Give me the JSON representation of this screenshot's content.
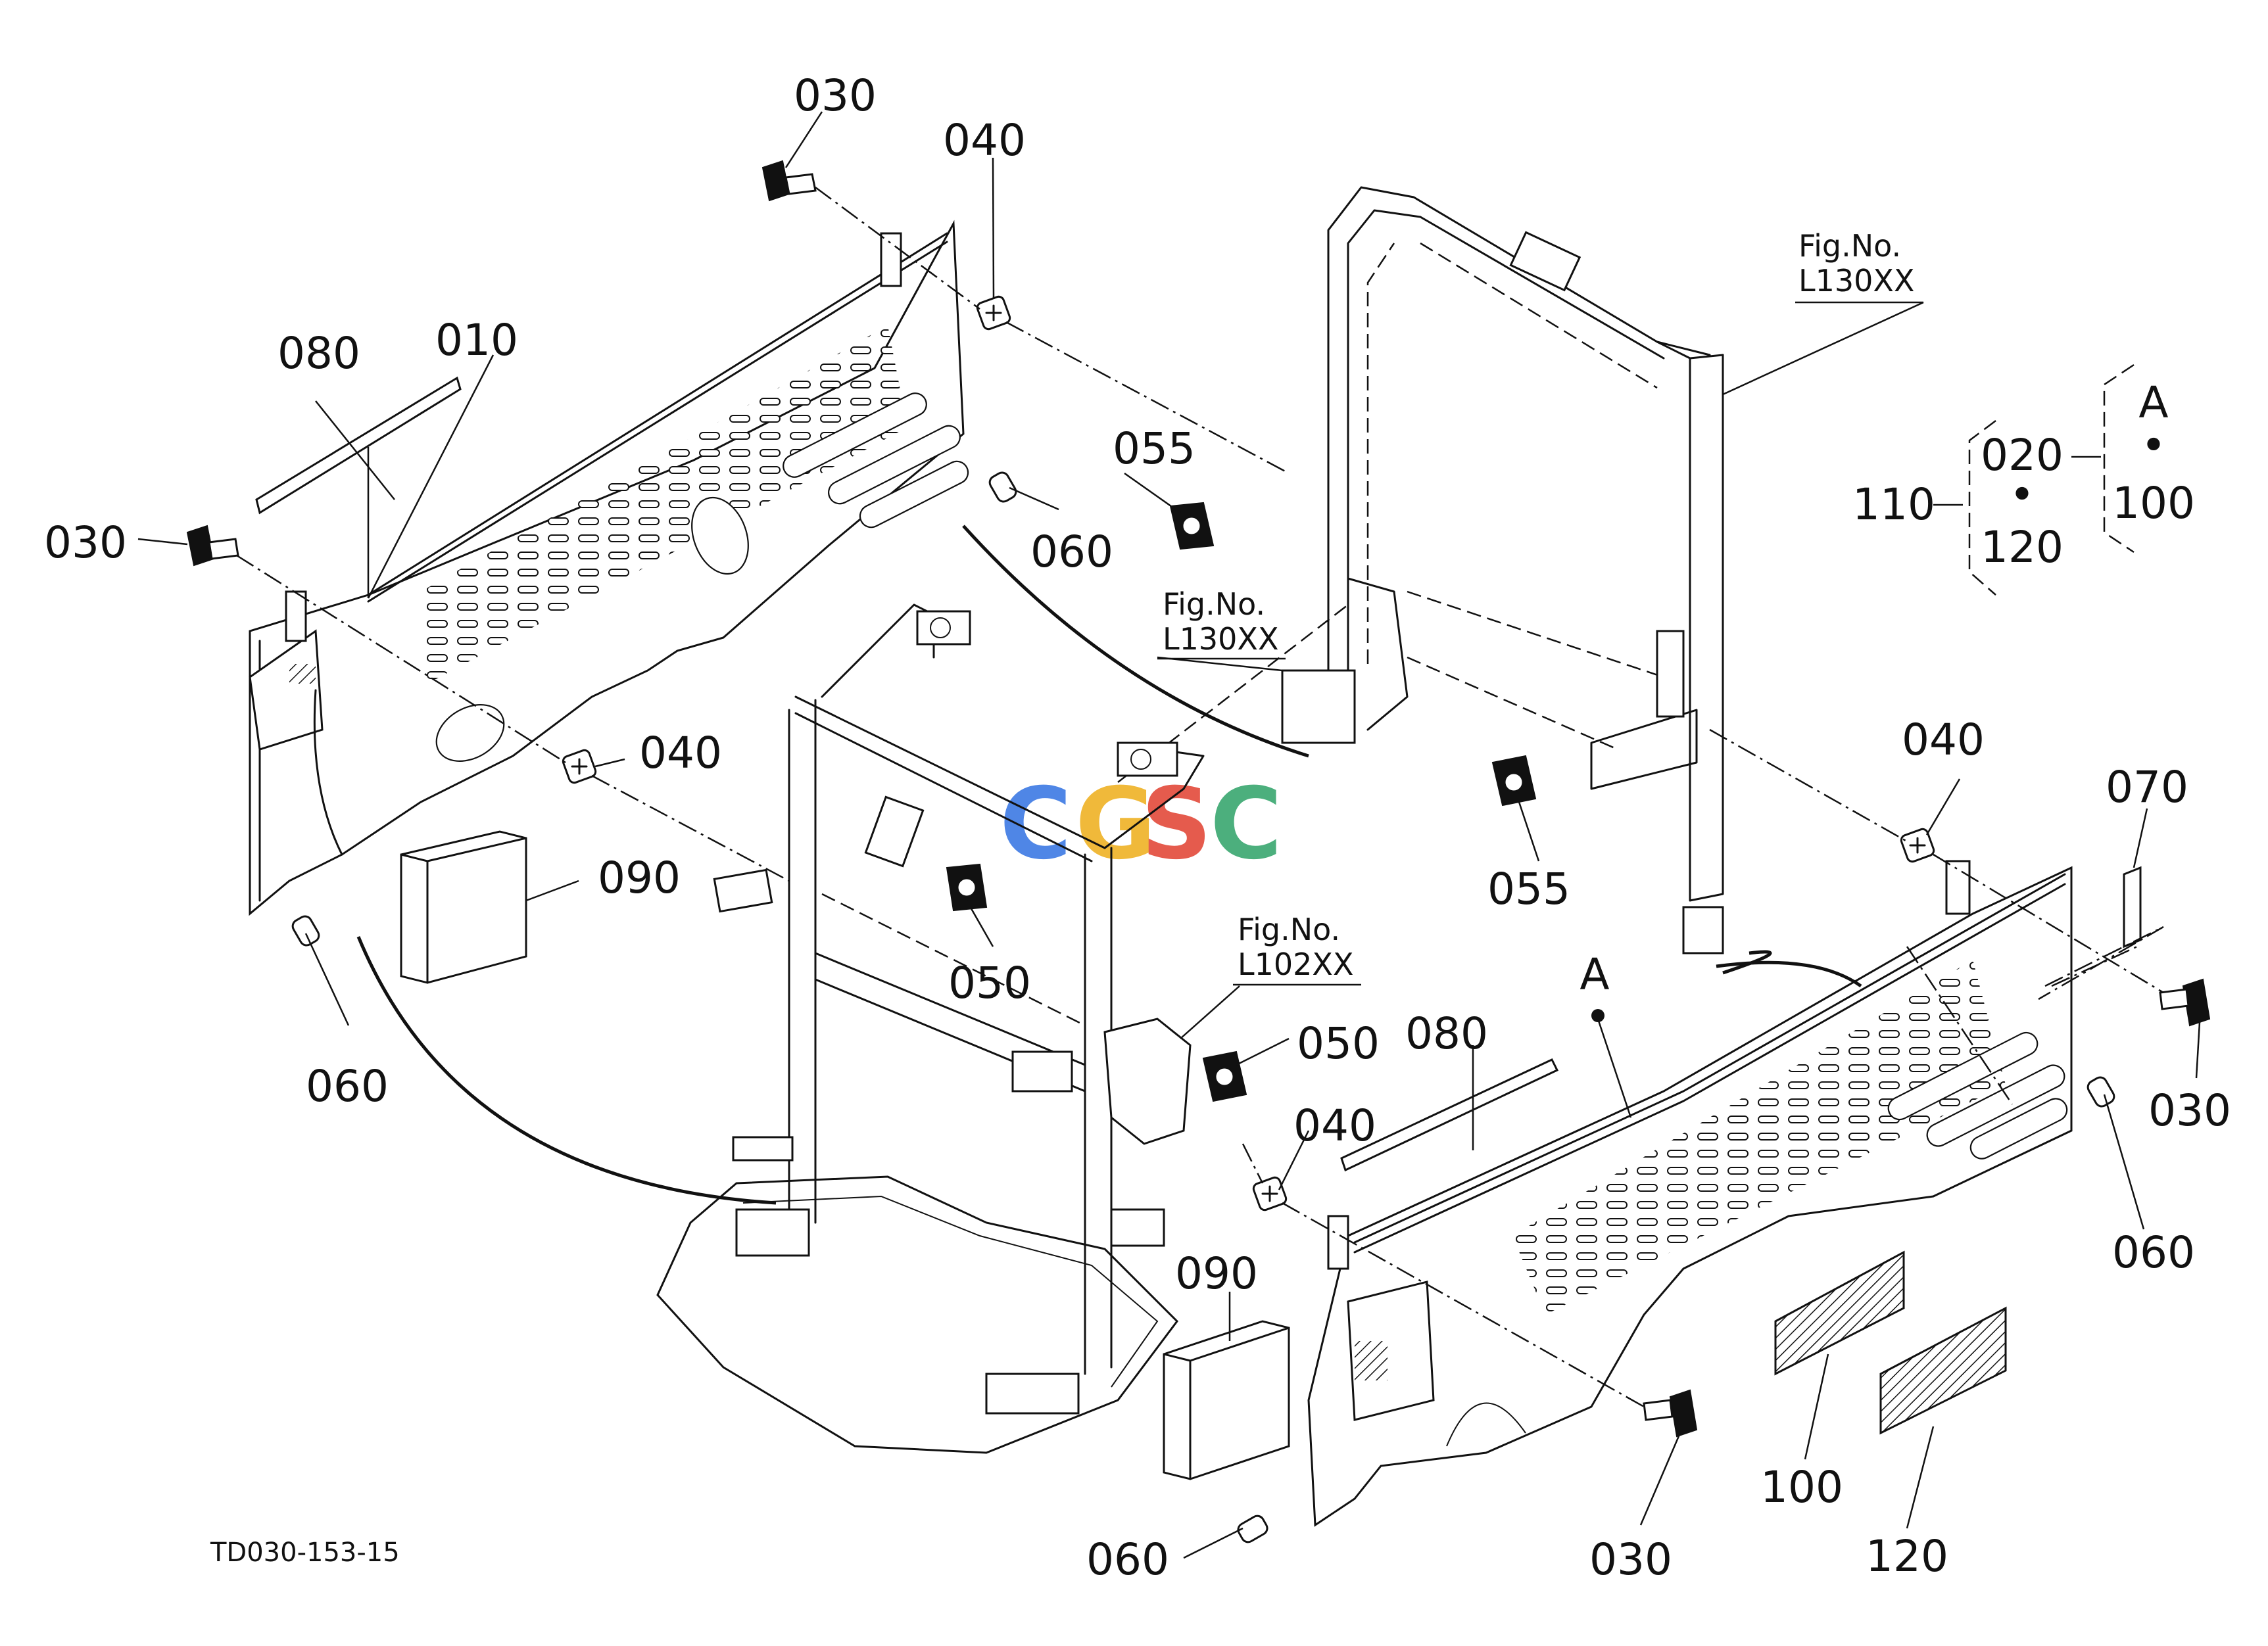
{
  "drawing_code": "TD030-153-15",
  "watermark": {
    "letters": [
      "C",
      "G",
      "S",
      "C"
    ],
    "colors": [
      "#4f86e6",
      "#f0b93a",
      "#e55b4d",
      "#4caf7d"
    ]
  },
  "callouts": {
    "c010": "010",
    "c020": "020",
    "c030a": "030",
    "c030b": "030",
    "c030c": "030",
    "c030d": "030",
    "c040a": "040",
    "c040b": "040",
    "c040c": "040",
    "c040d": "040",
    "c050a": "050",
    "c050b": "050",
    "c055a": "055",
    "c055b": "055",
    "c060a": "060",
    "c060b": "060",
    "c060c": "060",
    "c060d": "060",
    "c070": "070",
    "c080a": "080",
    "c080b": "080",
    "c090a": "090",
    "c090b": "090",
    "c100a": "100",
    "c100b": "100",
    "c110": "110",
    "c120a": "120",
    "c120b": "120",
    "cA1": "A",
    "cA2": "A"
  },
  "figure_refs": {
    "ref1_line1": "Fig.No.",
    "ref1_line2": "L130XX",
    "ref2_line1": "Fig.No.",
    "ref2_line2": "L130XX",
    "ref3_line1": "Fig.No.",
    "ref3_line2": "L102XX"
  },
  "group_key": {
    "separator_dot": "•"
  }
}
